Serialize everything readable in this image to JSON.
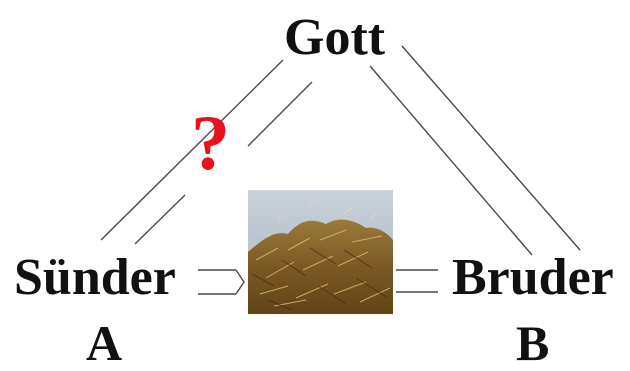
{
  "nodes": {
    "top": "Gott",
    "left": "Sünder",
    "right": "Bruder",
    "left_letter": "A",
    "right_letter": "B"
  },
  "question_mark": "?",
  "colors": {
    "text": "#111111",
    "lines": "#4a4a4a",
    "question_mark": "#e8121c",
    "sky": "#b9c3cf",
    "straw": "#8a6a2e"
  },
  "image": {
    "subject": "pile of straw / hay"
  }
}
